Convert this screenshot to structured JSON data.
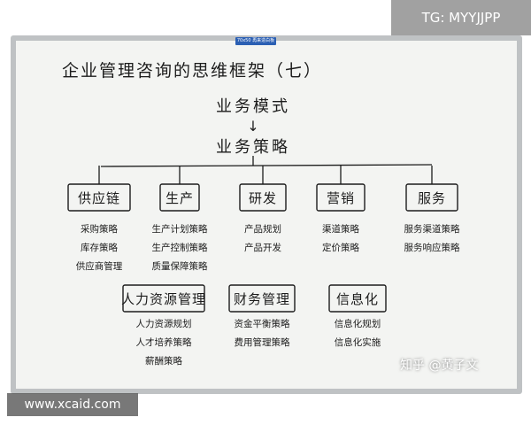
{
  "board": {
    "label": "70x50 再来造白板",
    "title": "企业管理咨询的思维框架（七）",
    "level1": "业务模式",
    "arrow": "↓",
    "level2": "业务策略"
  },
  "top_row": [
    {
      "name": "供应链",
      "items": [
        "采购策略",
        "库存策略",
        "供应商管理"
      ]
    },
    {
      "name": "生产",
      "items": [
        "生产计划策略",
        "生产控制策略",
        "质量保障策略"
      ]
    },
    {
      "name": "研发",
      "items": [
        "产品规划",
        "产品开发"
      ]
    },
    {
      "name": "营销",
      "items": [
        "渠道策略",
        "定价策略"
      ]
    },
    {
      "name": "服务",
      "items": [
        "服务渠道策略",
        "服务响应策略"
      ]
    }
  ],
  "bottom_row": [
    {
      "name": "人力资源管理",
      "items": [
        "人力资源规划",
        "人才培养策略",
        "薪酬策略"
      ]
    },
    {
      "name": "财务管理",
      "items": [
        "资金平衡策略",
        "费用管理策略"
      ]
    },
    {
      "name": "信息化",
      "items": [
        "信息化规划",
        "信息化实施"
      ]
    }
  ],
  "watermarks": {
    "tg": "TG: MYYJJPP",
    "site": "www.xcaid.com",
    "zhihu": "知乎 @黄子文"
  },
  "colors": {
    "ink": "#1c1c1c",
    "board": "#f3f4f2",
    "frame": "#bfc2c4",
    "label": "#2b5fb3"
  }
}
